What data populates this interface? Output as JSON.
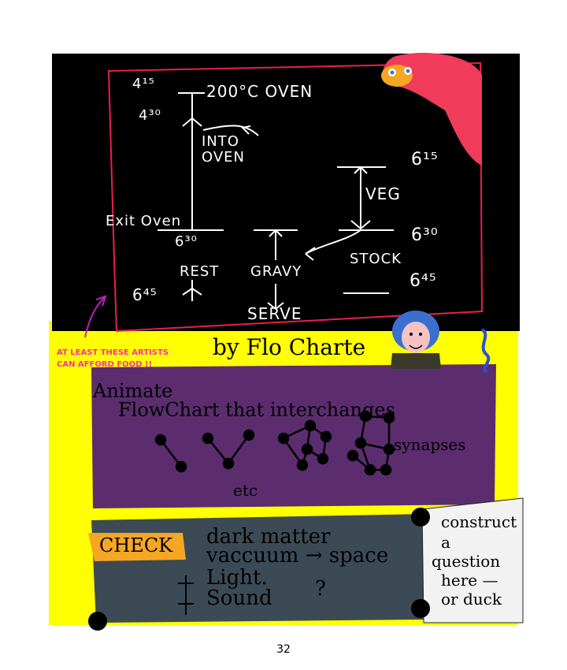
{
  "flowchart": {
    "time_415": "4¹⁵",
    "oven_step": "200°C OVEN",
    "time_430": "4³⁰",
    "into_oven": "INTO OVEN",
    "veg_time": "6¹⁵",
    "veg": "VEG",
    "exit_oven": "Exit Oven",
    "time_630_left": "6³⁰",
    "time_630_right": "6³⁰",
    "rest": "REST",
    "gravy": "GRAVY",
    "stock": "STOCK",
    "time_645_left": "6⁴⁵",
    "time_645_right": "6⁴⁵",
    "serve": "SERVE"
  },
  "pink_note": "AT LEAST THESE ARTISTS CAN AFFORD FOOD !!",
  "byline": "by Flo Charte",
  "purple_panel": {
    "title_line1": "Animate",
    "title_line2": "FlowChart that interchanges",
    "synapses": "synapses",
    "etc": "etc"
  },
  "check_label": "CHECK",
  "check_items": {
    "line1": "dark matter",
    "line2": "vaccuum → space",
    "line3": "Light.",
    "line4": "Sound",
    "question_mark": "?"
  },
  "question_box": {
    "line1": "construct",
    "line2": "a",
    "line3": "question",
    "line4": "here —",
    "line5": "or duck"
  },
  "page_number": "32",
  "colors": {
    "blackboard": "#000000",
    "frame_red": "#e8204a",
    "yellow": "#ffff00",
    "purple": "#5b2d6e",
    "slate": "#3c4a55",
    "orange": "#f5a623",
    "pink_text": "#ff2fa8"
  }
}
